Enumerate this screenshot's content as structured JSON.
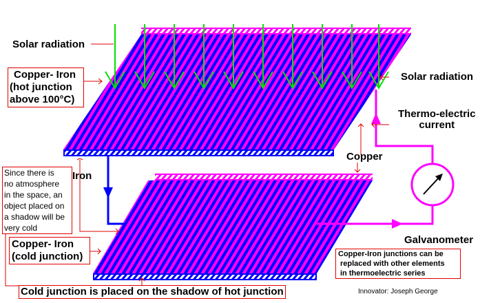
{
  "labels": {
    "solar_radiation_left": "Solar radiation",
    "solar_radiation_right": "Solar radiation",
    "hot_junction": [
      "Copper- Iron",
      "(hot junction",
      "above  100°C)"
    ],
    "thermo_current": [
      "Thermo-electric",
      "current"
    ],
    "copper": "Copper",
    "iron": "Iron",
    "space_note": [
      "Since there is",
      "no atmosphere",
      "in the space, an",
      "object placed on",
      "a shadow will be",
      "very cold"
    ],
    "cold_junction": [
      "Copper- Iron",
      "(cold junction)"
    ],
    "galvanometer": "Galvanometer",
    "replace_note": [
      "Copper-Iron junctions can be",
      "replaced with other elements",
      "in thermoelectric series"
    ],
    "cold_placement": "Cold junction is placed on the shadow of hot junction",
    "innovator": "Innovator: Joseph George"
  },
  "colors": {
    "copper": "#ff00ff",
    "iron": "#0000ff",
    "radiation": "#00e000",
    "annotation": "#e00000"
  }
}
